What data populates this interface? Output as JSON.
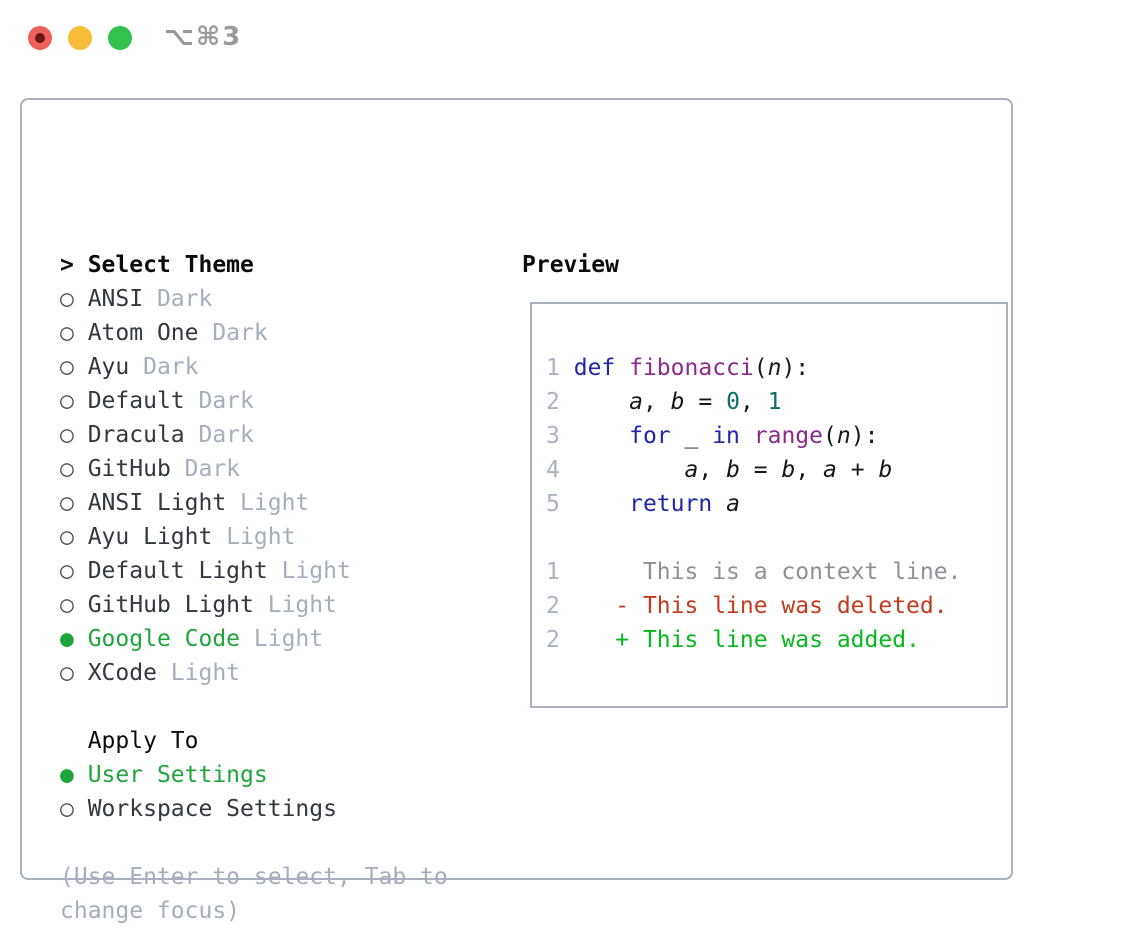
{
  "window": {
    "title": "⌥⌘3",
    "traffic_lights": [
      "close",
      "minimize",
      "zoom"
    ]
  },
  "theme_selector": {
    "cursor": ">",
    "header": "Select Theme",
    "items": [
      {
        "marker": "○",
        "name": "ANSI",
        "tag": "Dark",
        "selected": false
      },
      {
        "marker": "○",
        "name": "Atom One",
        "tag": "Dark",
        "selected": false
      },
      {
        "marker": "○",
        "name": "Ayu",
        "tag": "Dark",
        "selected": false
      },
      {
        "marker": "○",
        "name": "Default",
        "tag": "Dark",
        "selected": false
      },
      {
        "marker": "○",
        "name": "Dracula",
        "tag": "Dark",
        "selected": false
      },
      {
        "marker": "○",
        "name": "GitHub",
        "tag": "Dark",
        "selected": false
      },
      {
        "marker": "○",
        "name": "ANSI Light",
        "tag": "Light",
        "selected": false
      },
      {
        "marker": "○",
        "name": "Ayu Light",
        "tag": "Light",
        "selected": false
      },
      {
        "marker": "○",
        "name": "Default Light",
        "tag": "Light",
        "selected": false
      },
      {
        "marker": "○",
        "name": "GitHub Light",
        "tag": "Light",
        "selected": false
      },
      {
        "marker": "●",
        "name": "Google Code",
        "tag": "Light",
        "selected": true
      },
      {
        "marker": "○",
        "name": "XCode",
        "tag": "Light",
        "selected": false
      }
    ],
    "apply_to": {
      "header": "Apply To",
      "options": [
        {
          "marker": "●",
          "name": "User Settings",
          "selected": true
        },
        {
          "marker": "○",
          "name": "Workspace Settings",
          "selected": false
        }
      ]
    },
    "help_lines": [
      "(Use Enter to select, Tab to",
      "change focus)"
    ]
  },
  "preview": {
    "header": "Preview",
    "lines": [
      {
        "num": "1",
        "kind": "code",
        "tokens": [
          {
            "text": "def ",
            "style": "keyword"
          },
          {
            "text": "fibonacci",
            "style": "function"
          },
          {
            "text": "(",
            "style": "plain"
          },
          {
            "text": "n",
            "style": "plain",
            "italic": true
          },
          {
            "text": "):",
            "style": "plain"
          }
        ]
      },
      {
        "num": "2",
        "kind": "code",
        "tokens": [
          {
            "text": "    ",
            "style": "plain"
          },
          {
            "text": "a",
            "style": "plain",
            "italic": true
          },
          {
            "text": ", ",
            "style": "plain"
          },
          {
            "text": "b",
            "style": "plain",
            "italic": true
          },
          {
            "text": " = ",
            "style": "plain"
          },
          {
            "text": "0",
            "style": "literal"
          },
          {
            "text": ", ",
            "style": "plain"
          },
          {
            "text": "1",
            "style": "literal"
          }
        ]
      },
      {
        "num": "3",
        "kind": "code",
        "tokens": [
          {
            "text": "    ",
            "style": "plain"
          },
          {
            "text": "for",
            "style": "keyword"
          },
          {
            "text": " _ ",
            "style": "plain"
          },
          {
            "text": "in",
            "style": "keyword"
          },
          {
            "text": " ",
            "style": "plain"
          },
          {
            "text": "range",
            "style": "function"
          },
          {
            "text": "(",
            "style": "plain"
          },
          {
            "text": "n",
            "style": "plain",
            "italic": true
          },
          {
            "text": "):",
            "style": "plain"
          }
        ]
      },
      {
        "num": "4",
        "kind": "code",
        "tokens": [
          {
            "text": "        ",
            "style": "plain"
          },
          {
            "text": "a",
            "style": "plain",
            "italic": true
          },
          {
            "text": ", ",
            "style": "plain"
          },
          {
            "text": "b",
            "style": "plain",
            "italic": true
          },
          {
            "text": " = ",
            "style": "plain"
          },
          {
            "text": "b",
            "style": "plain",
            "italic": true
          },
          {
            "text": ", ",
            "style": "plain"
          },
          {
            "text": "a",
            "style": "plain",
            "italic": true
          },
          {
            "text": " + ",
            "style": "plain"
          },
          {
            "text": "b",
            "style": "plain",
            "italic": true
          }
        ]
      },
      {
        "num": "5",
        "kind": "code",
        "tokens": [
          {
            "text": "    ",
            "style": "plain"
          },
          {
            "text": "return",
            "style": "keyword"
          },
          {
            "text": " ",
            "style": "plain"
          },
          {
            "text": "a",
            "style": "plain",
            "italic": true
          }
        ]
      },
      {
        "num": "",
        "kind": "blank",
        "tokens": []
      },
      {
        "num": "1",
        "kind": "context",
        "tokens": [
          {
            "text": "     This is a context line.",
            "style": "context"
          }
        ]
      },
      {
        "num": "2",
        "kind": "deleted",
        "tokens": [
          {
            "text": "   - This line was deleted.",
            "style": "deleted"
          }
        ]
      },
      {
        "num": "2",
        "kind": "added",
        "tokens": [
          {
            "text": "   + This line was added.",
            "style": "added"
          }
        ]
      }
    ]
  },
  "colors": {
    "keyword": "#2125a8",
    "function": "#8a2a8a",
    "literal": "#0d6e64",
    "plain": "#17181c",
    "line_number": "#a9b3c2",
    "context": "#8b9197",
    "deleted": "#c23b20",
    "added": "#06b81f",
    "selected_green": "#1fa53c",
    "item_name": "#32383f",
    "muted": "#a4aebc",
    "header": "#0b0c0e",
    "border": "#a9b1bc",
    "title": "#97999e",
    "tl_close": "#f0605a",
    "tl_close_dot": "#6d1512",
    "tl_min": "#f7bc38",
    "tl_zoom": "#34c04c"
  }
}
